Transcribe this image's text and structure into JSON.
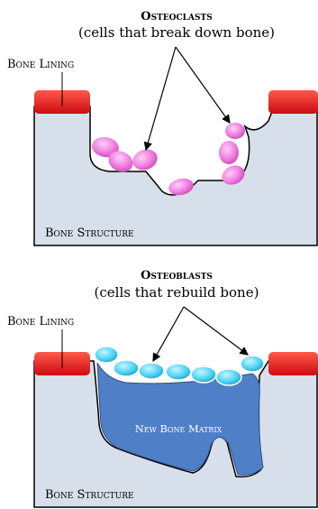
{
  "top_panel": {
    "title": "Osteoclasts",
    "subtitle": "(cells that break down bone)",
    "lining_label": "Bone Lining",
    "structure_label": "Bone Structure"
  },
  "bottom_panel": {
    "title": "Osteoblasts",
    "subtitle": "(cells that rebuild bone)",
    "lining_label": "Bone Lining",
    "structure_label": "Bone Structure",
    "matrix_label": "New Bone Matrix"
  },
  "colors": {
    "bone": "#d7dfea",
    "lining": "#e8141c",
    "osteoclast": "#f07ee0",
    "osteoblast": "#4dd4f4",
    "new_matrix": "#4f7fc7"
  }
}
